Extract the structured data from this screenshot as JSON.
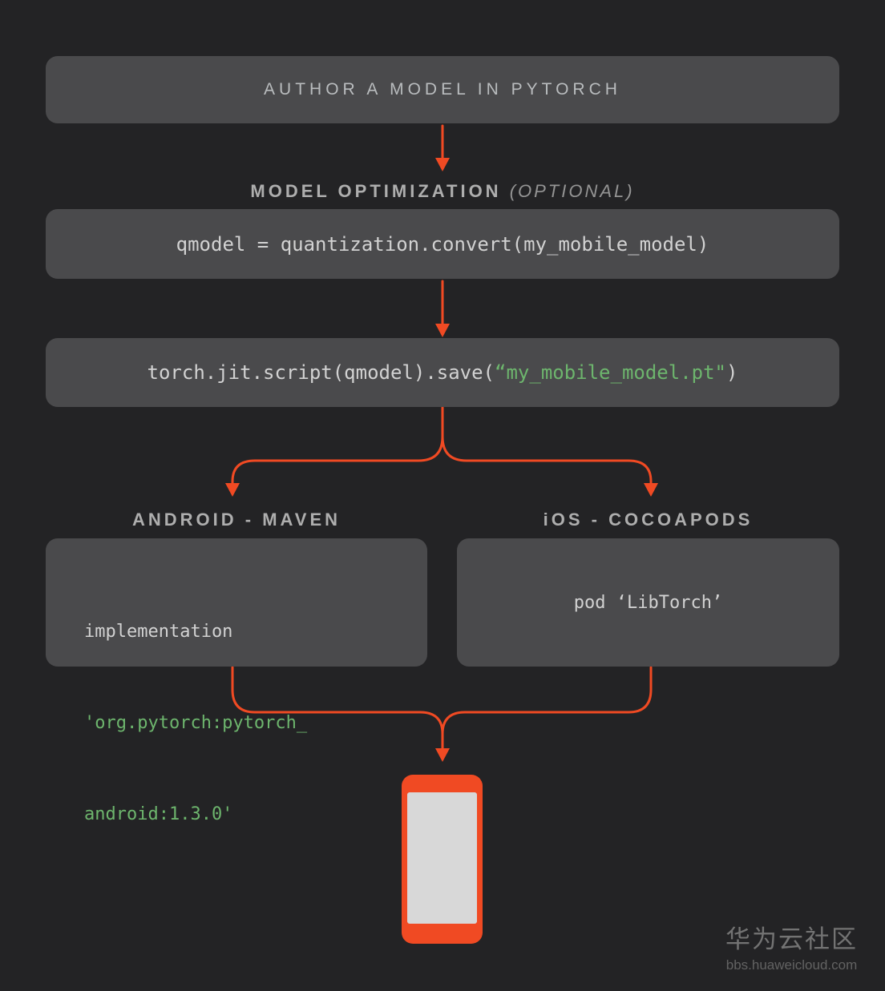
{
  "colors": {
    "background": "#232325",
    "box_fill": "#4a4a4c",
    "accent_arrow": "#f04a23",
    "code_text": "#d2d2d2",
    "code_string_green": "#6db56d",
    "heading_text": "#b9bcbe",
    "phone_screen": "#d8d8d8"
  },
  "flow": {
    "author": {
      "title": "AUTHOR A MODEL IN PYTORCH"
    },
    "optimization": {
      "heading": "MODEL OPTIMIZATION ",
      "heading_note": "(OPTIONAL)",
      "code": "qmodel = quantization.convert(my_mobile_model)"
    },
    "save": {
      "code_prefix": "torch.jit.script(qmodel).save(",
      "code_string": "“my_mobile_model.pt\"",
      "code_suffix": ")"
    },
    "android": {
      "label": "ANDROID - MAVEN",
      "code_line1": "implementation",
      "code_line2": "'org.pytorch:pytorch_",
      "code_line3": "android:1.3.0'"
    },
    "ios": {
      "label": "iOS - COCOAPODS",
      "code": "pod ‘LibTorch’"
    }
  },
  "watermark": {
    "title": "华为云社区",
    "subtitle": "bbs.huaweicloud.com"
  }
}
